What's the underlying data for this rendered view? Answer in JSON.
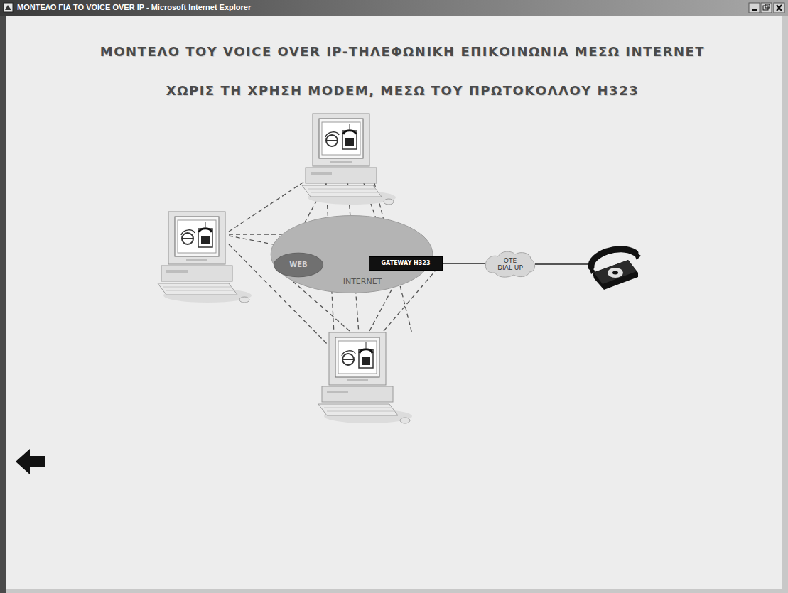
{
  "diagram": {
    "title": "ΜΟΝΤΕΛΟ ΤΟΥ VOICE OVER IP-ΤΗΛΕΦΩΝΙΚΗ ΕΠΙΚΟΙΝΩΝΙΑ ΜΕΣΩ INTERNET",
    "nodes": [
      {
        "text": [
          "INTERNET"
        ]
      },
      {
        "text": [
          "WEB"
        ],
        "in": 0
      },
      {
        "text": [
          "GATEWAY H323"
        ],
        "in": 0
      },
      {
        "text": [
          "OTE DIAL UP"
        ]
      }
    ],
    "edges": [
      {
        "from": 2,
        "to": 3,
        "arrow": "none"
      }
    ],
    "labels": [
      "ΜΟΝΤΕΛΟ ΓΙΑ ΤΟ VOICE OVER IP - Microsoft Internet Explorer",
      "ΧΩΡΙΣ ΤΗ ΧΡΗΣΗ MODEM, ΜΕΣΩ ΤΟΥ ΠΡΩΤΟΚΟΛΛΟΥ H323"
    ]
  }
}
